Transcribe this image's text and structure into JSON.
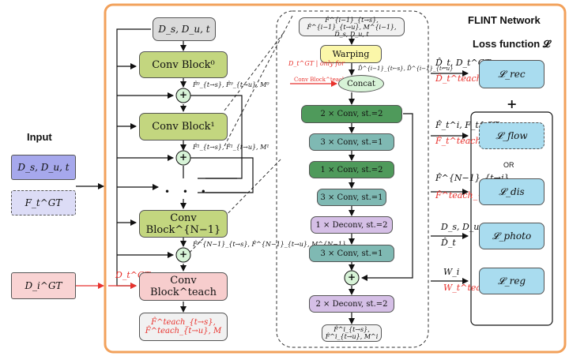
{
  "title": "FLINT Network",
  "loss_function_label": "Loss function 𝓛",
  "inputs": {
    "heading": "Input",
    "box1": "D_s, D_u, t",
    "box2": "F_t^GT",
    "box3": "D_i^GT"
  },
  "main_path": {
    "top_input": "D_s, D_u, t",
    "block0": "Conv Block⁰",
    "flow0": "F̂⁰_{t→s}, F̂⁰_{t→u}, M⁰",
    "block1": "Conv Block¹",
    "flow1": "F̂¹_{t→s}, F̂¹_{t→u}, M¹",
    "dots": "• • •",
    "blockN": "Conv Block^{N−1}",
    "flowN": "F̂^{N−1}_{t→s}, F̂^{N−1}_{t→u}, M^{N−1}",
    "teach_input": "D_t^GT",
    "teach_block": "Conv Block^teach",
    "teach_output": "F̂^teach_{t→s}, F̂^teach_{t→u}, M",
    "plus": "+"
  },
  "detail": {
    "input": "F̂^{i−1}_{t→s}, F̂^{i−1}_{t→u}, M^{i−1}, D_s, D_u, t",
    "warping": "Warping",
    "warp_side_label": "D_t^GT | only for",
    "teach_side_label": "Conv Block^teach",
    "warp_output": "D̂^{i−1}_{t←s}, D̂^{i−1}_{t←u}",
    "concat": "Concat",
    "layers": [
      {
        "label": "2 × Conv, st.=2",
        "color": "#4f9a5b"
      },
      {
        "label": "3 × Conv, st.=1",
        "color": "#7fb9b3"
      },
      {
        "label": "1 × Conv, st.=2",
        "color": "#4f9a5b"
      },
      {
        "label": "3 × Conv, st.=1",
        "color": "#7fb9b3"
      },
      {
        "label": "1 × Deconv, st.=2",
        "color": "#d5bfe6"
      },
      {
        "label": "3 × Conv, st.=1",
        "color": "#7fb9b3"
      },
      {
        "label": "2 × Deconv, st.=2",
        "color": "#d5bfe6"
      }
    ],
    "output": "F̂^i_{t→s}, F̂^i_{t→u}, M^i"
  },
  "losses": [
    {
      "left_black": "D̂_t, D_t^GT",
      "left_red": "D̂_t^teach",
      "loss": "𝓛_rec",
      "dashed": false
    },
    {
      "left_black": "F̂_t^i, F_t^GT",
      "left_red": "F̂_t^teach",
      "loss": "𝓛_flow",
      "dashed": true
    },
    {
      "left_black": "F̂^{N−1}_{t→j}",
      "left_red": "F̂^teach_{t→j}",
      "loss": "𝓛_dis",
      "dashed": false
    },
    {
      "left_black": "D_s, D_u",
      "left_black2": "D̂_t",
      "loss": "𝓛_photo",
      "dashed": false
    },
    {
      "left_black": "W_i",
      "left_red": "W_t^teach",
      "loss": "𝓛_reg",
      "dashed": false
    }
  ],
  "loss_plus": "+",
  "loss_or": "OR",
  "colors": {
    "orange_frame": "#f2a15b",
    "conv_block": "#c3d67f",
    "teach_block": "#f7cdcd",
    "input_blue": "#a6a8ec",
    "input_lavender": "#dcdcf6",
    "input_pink": "#f9d3d3",
    "loss_box": "#a9dcef",
    "warping": "#fbf7a9",
    "concat": "#d7f3d7"
  }
}
